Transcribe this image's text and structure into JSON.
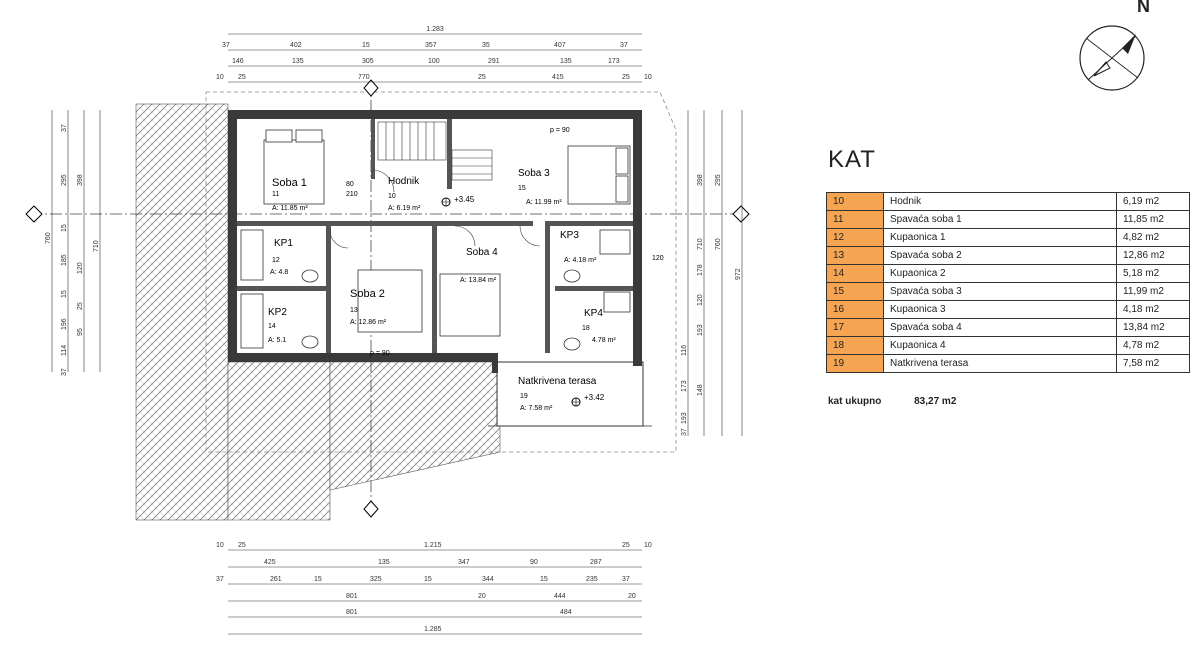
{
  "north": "N",
  "kat_title": "KAT",
  "rooms": [
    {
      "num": "10",
      "name": "Hodnik",
      "area": "6,19 m2"
    },
    {
      "num": "11",
      "name": "Spavaća soba 1",
      "area": "11,85 m2"
    },
    {
      "num": "12",
      "name": "Kupaonica 1",
      "area": "4,82 m2"
    },
    {
      "num": "13",
      "name": "Spavaća soba 2",
      "area": "12,86 m2"
    },
    {
      "num": "14",
      "name": "Kupaonica 2",
      "area": "5,18 m2"
    },
    {
      "num": "15",
      "name": "Spavaća soba 3",
      "area": "11,99 m2"
    },
    {
      "num": "16",
      "name": "Kupaonica 3",
      "area": "4,18 m2"
    },
    {
      "num": "17",
      "name": "Spavaća soba 4",
      "area": "13,84 m2"
    },
    {
      "num": "18",
      "name": "Kupaonica 4",
      "area": "4,78 m2"
    },
    {
      "num": "19",
      "name": "Natkrivena terasa",
      "area": "7,58 m2"
    }
  ],
  "total_label": "kat ukupno",
  "total_value": "83,27 m2",
  "plan": {
    "soba1": "Soba 1",
    "soba1_num": "11",
    "soba1_area": "A: 11.85 m²",
    "hodnik": "Hodnik",
    "hodnik_num": "10",
    "hodnik_area": "A: 6.19 m²",
    "soba3": "Soba 3",
    "soba3_num": "15",
    "soba3_area": "A: 11.99 m²",
    "kp1": "KP1",
    "kp1_num": "12",
    "kp1_area": "A: 4.8",
    "kp2": "KP2",
    "kp2_num": "14",
    "kp2_area": "A: 5.1",
    "soba2": "Soba 2",
    "soba2_num": "13",
    "soba2_area": "A: 12.86 m²",
    "soba4": "Soba 4",
    "soba4_area": "A: 13.84 m²",
    "kp3": "KP3",
    "kp3_area": "A: 4.18 m²",
    "kp4": "KP4",
    "kp4_num": "18",
    "kp4_area": "4.78 m²",
    "terasa": "Natkrivena terasa",
    "terasa_num": "19",
    "terasa_area": "A: 7.58 m²",
    "level1": "+3.45",
    "level2": "+3.42",
    "p90a": "p = 90",
    "p90b": "p = 90",
    "d80": "80",
    "d210": "210",
    "d120": "120",
    "top_total": "1.283",
    "top_row2": [
      "37",
      "402",
      "15",
      "357",
      "35",
      "407",
      "37"
    ],
    "top_row3": [
      "146",
      "135",
      "305",
      "100",
      "291",
      "135",
      "173"
    ],
    "top_row4": [
      "10",
      "25",
      "770",
      "25",
      "415",
      "25",
      "10"
    ],
    "bot_row1": [
      "10",
      "25",
      "1.215",
      "25",
      "10"
    ],
    "bot_row2": [
      "425",
      "135",
      "347",
      "90",
      "287"
    ],
    "bot_row3": [
      "37",
      "261",
      "15",
      "325",
      "15",
      "344",
      "15",
      "235",
      "37"
    ],
    "bot_row4": [
      "801",
      "20",
      "444",
      "20"
    ],
    "bot_row5": [
      "801",
      "484"
    ],
    "bot_total": "1.285",
    "left_total": "760",
    "left_row": [
      "37",
      "295",
      "15",
      "185",
      "15",
      "196",
      "114",
      "37"
    ],
    "left_row2": [
      "398",
      "710",
      "120",
      "25",
      "95"
    ],
    "right_total": "972",
    "right_row": [
      "398",
      "710",
      "178",
      "120",
      "193",
      "148",
      "193"
    ],
    "right_row2": [
      "295",
      "760",
      "116",
      "173",
      "37"
    ]
  }
}
